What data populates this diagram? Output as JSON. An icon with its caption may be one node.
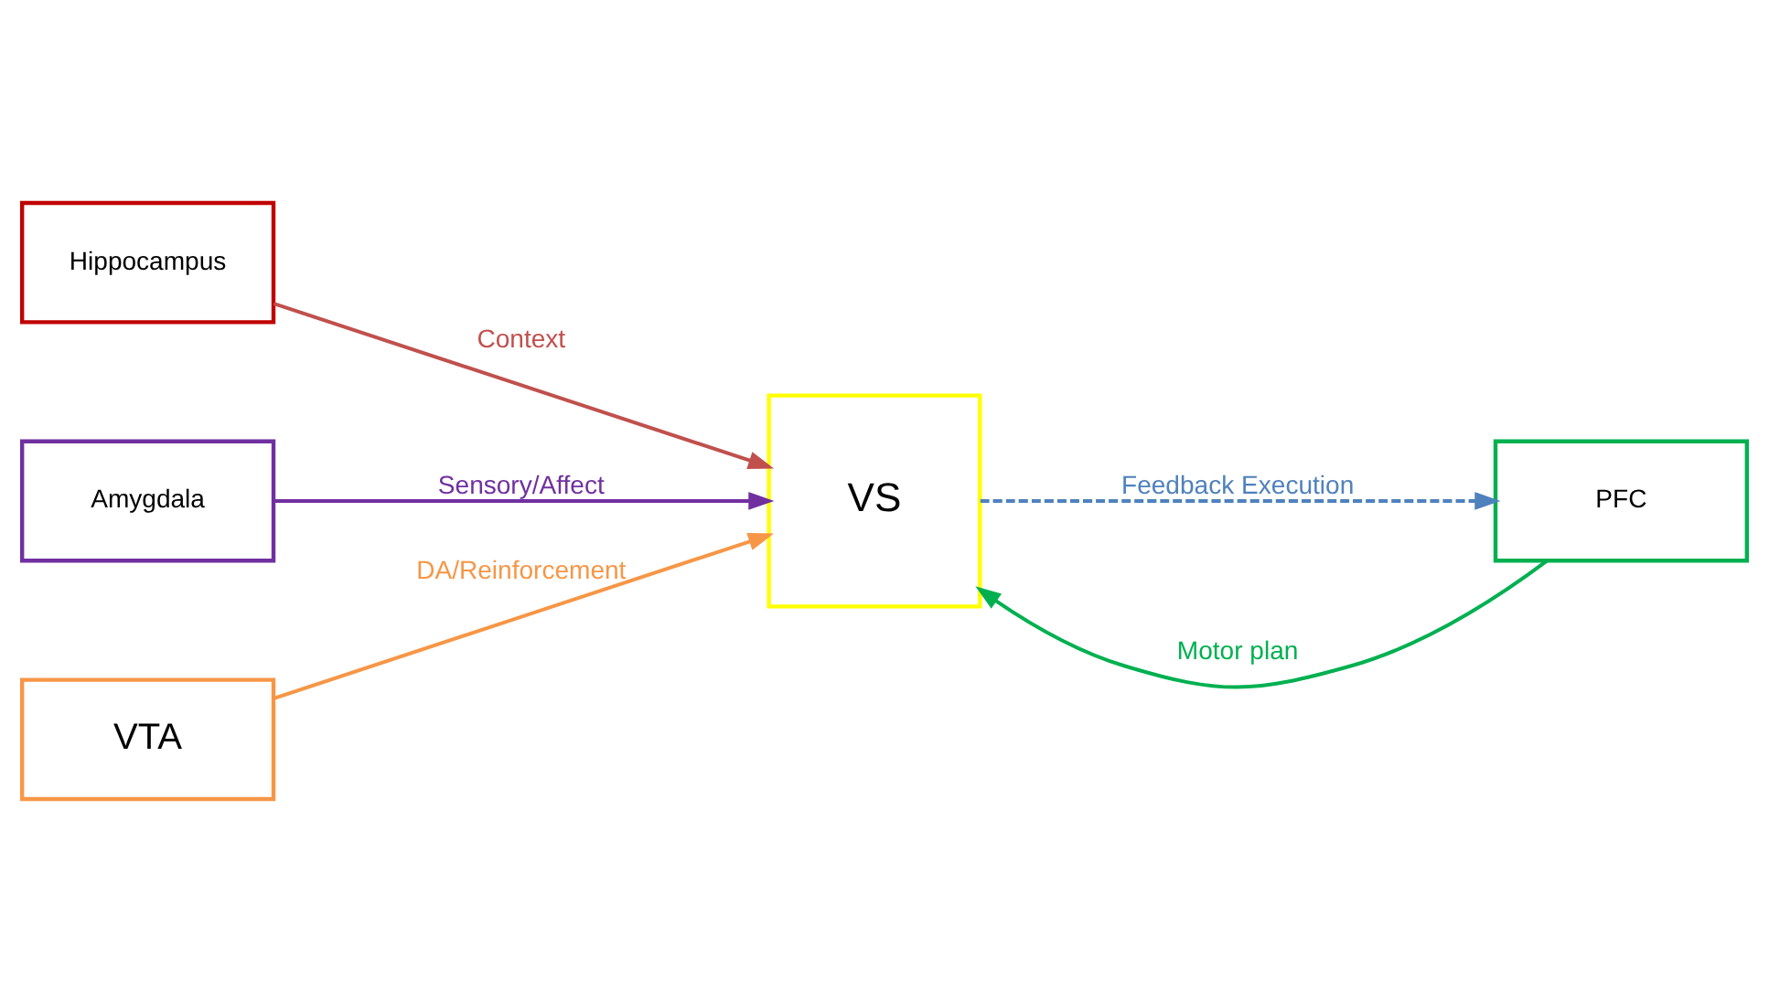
{
  "diagram": {
    "nodes": [
      {
        "text": [
          "Hippocampus"
        ]
      },
      {
        "text": [
          "Amygdala"
        ]
      },
      {
        "text": [
          "VTA"
        ]
      },
      {
        "text": [
          "VS"
        ]
      },
      {
        "text": [
          "PFC"
        ]
      }
    ],
    "edges": [
      {
        "from": 0,
        "to": 3,
        "arrow": "to",
        "label": "Context",
        "color": "#c0504d"
      },
      {
        "from": 1,
        "to": 3,
        "arrow": "to",
        "label": "Sensory/Affect",
        "color": "#7030a0"
      },
      {
        "from": 2,
        "to": 3,
        "arrow": "to",
        "label": "DA/Reinforcement",
        "color": "#f79646"
      },
      {
        "from": 4,
        "to": 3,
        "arrow": "to",
        "label": "Motor plan",
        "color": "#00b050"
      },
      {
        "from": 3,
        "to": 4,
        "arrow": "to",
        "label": "Feedback Execution",
        "style": "dashed",
        "color": "#4f81bd"
      }
    ]
  }
}
